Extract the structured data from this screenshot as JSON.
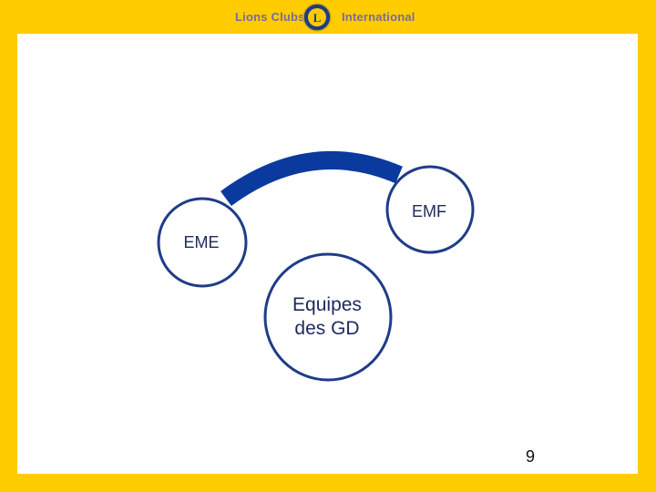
{
  "header": {
    "brand_left": "Lions Clubs",
    "brand_right": "International",
    "emblem_icon": "lions-emblem-icon"
  },
  "diagram": {
    "node_right": "EMF",
    "node_left": "EME",
    "node_center_line1": "Equipes",
    "node_center_line2": "des GD",
    "connector": "arc-connector"
  },
  "footer": {
    "page_number": "9"
  },
  "colors": {
    "frame": "#FFCC00",
    "circle_stroke": "#1F3C88",
    "arc": "#0B3A9E",
    "text": "#1F2A5A"
  }
}
